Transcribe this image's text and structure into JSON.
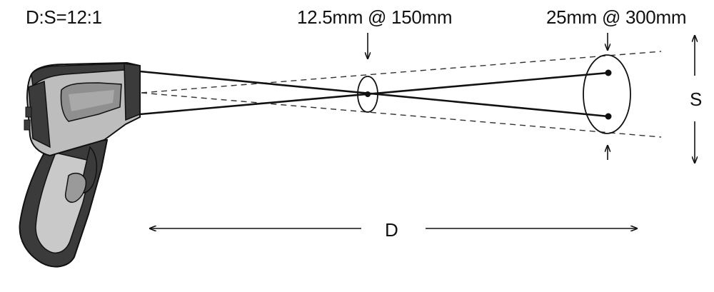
{
  "diagram": {
    "ratio_label": "D:S=12:1",
    "near_spot_label": "12.5mm @ 150mm",
    "far_spot_label": "25mm @ 300mm",
    "spot_size_axis_label": "S",
    "distance_axis_label": "D"
  },
  "colors": {
    "line": "#111111",
    "body_light": "#bdbdbd",
    "body_dark": "#3b3b3b"
  }
}
